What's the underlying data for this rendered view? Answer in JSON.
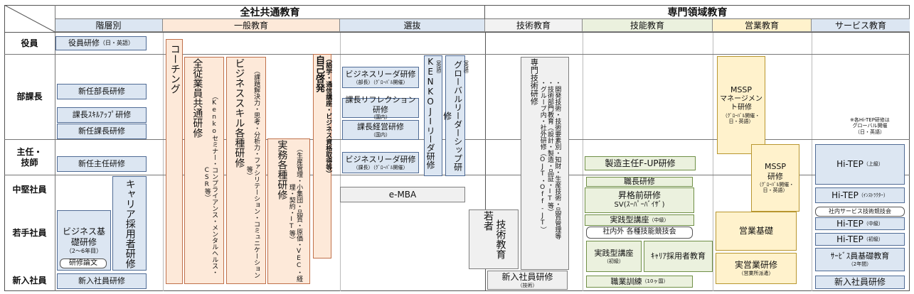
{
  "header": {
    "group_common": "全社共通教育",
    "group_specialized": "専門領域教育",
    "categories": [
      "階層別",
      "一般教育",
      "選抜",
      "技術教育",
      "技能教育",
      "営業教育",
      "サービス教育"
    ]
  },
  "rows": [
    "役員",
    "部課長",
    "主任・\n技師",
    "中堅社員",
    "若手社員",
    "新入社員"
  ],
  "kaisou": {
    "yakuin": "役員研修",
    "yakuin_note": "（日・英語）",
    "bucho": "新任部長研修",
    "kacho_skill": "課長ｽｷﾙｱｯﾌﾟ研修",
    "kacho": "新任課長研修",
    "shunin": "新任主任研修",
    "career_title": "キャリア採用者研修",
    "business_title": "ビジネス基礎研修",
    "business_years": "（2〜6年目）",
    "ronbun": "研修論文",
    "shinnyu": "新入社員研修"
  },
  "ippan": {
    "coaching": "コーチング",
    "zenjugyoin": "全従業員共通研修",
    "zenjugyoin_detail": "（Kenkoセミナー・コンプライアンス・メンタルヘルス・CSR等）",
    "business_skill": "ビジネススキル各種研修",
    "business_skill_detail": "（課題解決力・思考・分析力・ファシリテーション・コミュニケーション等）",
    "jitsumu": "実務各種研修",
    "jitsumu_detail": "（生産管理・小集団・品質・原価・VEC・経理・契約・IT等）",
    "jikokeihatsu": "自己啓発",
    "jikokeihatsu_detail": "（語学・通信講座・ビジネス資格取得等）"
  },
  "senbatsu": {
    "bl1": "ビジネスリーダ研修",
    "bl1_note": "（部長）（ｸﾞﾛｰﾊﾞﾙ開催）",
    "reflection": "課長リフレクション研修",
    "reflection_note": "（国内）",
    "keiei": "課長経営研修",
    "keiei_note": "（国内）",
    "bl2": "ビジネスリーダ研修",
    "bl2_note": "（課長）（ｸﾞﾛｰﾊﾞﾙ開催）",
    "kenkoji": "KENKOJIリーダ研修",
    "kenkoji_note": "（英語）",
    "global": "グローバルリーダーシップ研修",
    "global_note": "（英語）",
    "emba": "e-MBA"
  },
  "gijutsu": {
    "senmon": "専門技術研修",
    "detail1": "・グループ内・社外研修（OJT・Off-JT）",
    "detail2": "・技術部門教育（設計・製造・品証・IT等）",
    "detail3": "・開発技術・技術要素別・知財・生産技術・品質管理等",
    "wakate_a": "若者",
    "wakate_b": "技術教育",
    "shinnyu": "新入社員研修",
    "shinnyu_note": "（技術）"
  },
  "ginou": {
    "seizo": "製造主任F-UP研修",
    "shokucho": "職長研修",
    "shokaku": "昇格前研修",
    "sv": "SV(ｽｰﾊﾟｰﾊﾞｲｻﾞ)",
    "jissen_chu": "実践型講座",
    "jissen_chu_note": "（中級）",
    "kakushu": "社内外 各種技能競技会",
    "jissen_sho": "実践型講座",
    "jissen_sho_note": "（初級）",
    "career": "ｷｬﾘｱ採用者教育",
    "kunren": "職業訓練",
    "kunren_note": "（10ヶ国）"
  },
  "eigyo": {
    "mssp1_a": "MSSP",
    "mssp1_b": "マネージメント研修",
    "mssp1_note": "（ｸﾞﾛｰﾊﾞﾙ開催・日・英語）",
    "mssp2_a": "MSSP",
    "mssp2_b": "研修",
    "mssp2_note": "（ｸﾞﾛｰﾊﾞﾙ開催・日・英語）",
    "kiso": "営業基礎",
    "jitsugyo": "実営業研修",
    "jitsugyo_note": "（営業所派遣）"
  },
  "service": {
    "note": "※各Hi-TEP研修は\nグローバル開催\n（日・英語）",
    "hitep_jo": "Hi-TEP",
    "hitep_jo_note": "（上級）",
    "hitep_inst": "Hi-TEP",
    "hitep_inst_note": "（ｲﾝｽﾄﾗｸﾀｰ）",
    "kyougikai": "社内サービス技術競技会",
    "hitep_chu": "Hi-TEP",
    "hitep_chu_note": "（中級）",
    "hitep_sho": "Hi-TEP",
    "hitep_sho_note": "（初級）",
    "kiso": "ｻｰﾋﾞｽ員基礎教育",
    "kiso_note": "（2年間）",
    "shinnyu": "新入社員研修"
  },
  "colors": {
    "header_blue": "#dce6f2",
    "peach": "#fde9d9",
    "gray": "#f0f0f0",
    "green": "#ebf1de",
    "yellow": "#fff2cc"
  }
}
